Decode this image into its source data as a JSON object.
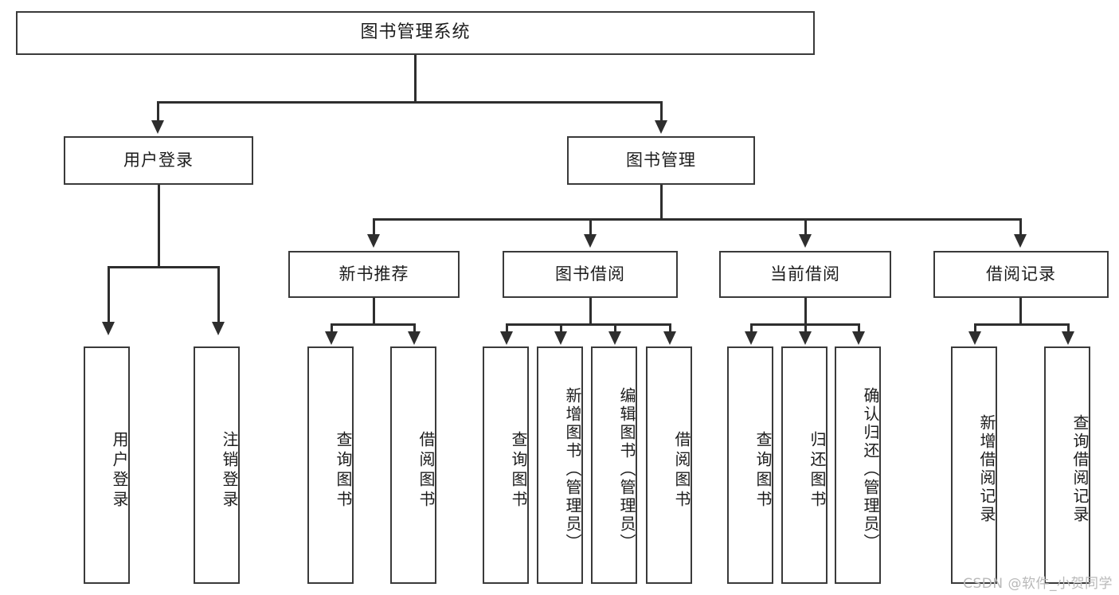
{
  "diagram": {
    "type": "tree-hierarchy",
    "title": "图书管理系统",
    "watermark": "CSDN @软件_小贺同学",
    "colors": {
      "box_border": "#3a3a3a",
      "connector": "#2e2e2e",
      "background": "#ffffff",
      "text": "#1c1c1c",
      "watermark": "#b9b9b9"
    },
    "root": {
      "label": "图书管理系统"
    },
    "level2": [
      {
        "label": "用户登录"
      },
      {
        "label": "图书管理"
      }
    ],
    "level3": [
      {
        "label": "新书推荐"
      },
      {
        "label": "图书借阅"
      },
      {
        "label": "当前借阅"
      },
      {
        "label": "借阅记录"
      }
    ],
    "leaves": {
      "user_login": [
        {
          "label": "用户登录"
        },
        {
          "label": "注销登录"
        }
      ],
      "new_book": [
        {
          "label": "查询图书"
        },
        {
          "label": "借阅图书"
        }
      ],
      "book_borrow": [
        {
          "label": "查询图书"
        },
        {
          "label": "新增图书（管理员）"
        },
        {
          "label": "编辑图书（管理员）"
        },
        {
          "label": "借阅图书"
        }
      ],
      "current_borrow": [
        {
          "label": "查询图书"
        },
        {
          "label": "归还图书"
        },
        {
          "label": "确认归还（管理员）"
        }
      ],
      "borrow_record": [
        {
          "label": "新增借阅记录"
        },
        {
          "label": "查询借阅记录"
        }
      ]
    }
  }
}
